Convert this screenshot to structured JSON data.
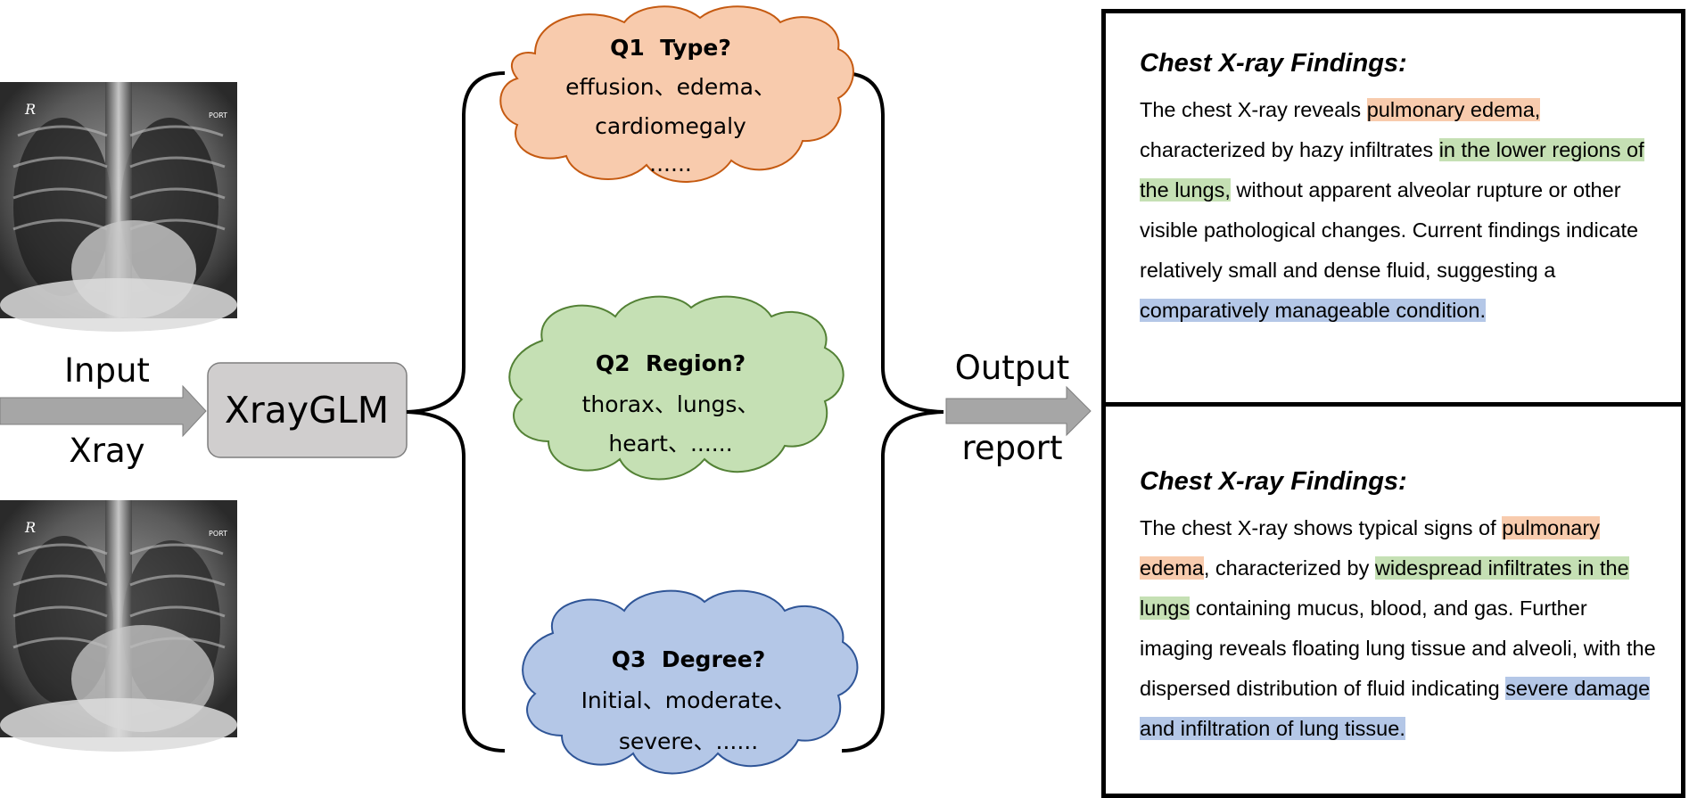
{
  "input": {
    "label": "Input",
    "sublabel": "Xray"
  },
  "model": {
    "name": "XrayGLM"
  },
  "output": {
    "label": "Output",
    "sublabel": "report"
  },
  "xray_images": [
    {
      "marker": "R",
      "tag": "PORT"
    },
    {
      "marker": "R",
      "tag": "PORT"
    }
  ],
  "questions": [
    {
      "title": "Q1  Type?",
      "lines": [
        "effusion、edema、",
        "cardiomegaly",
        "......"
      ],
      "fill": "#f8cbad",
      "stroke": "#c55a11"
    },
    {
      "title": "Q2  Region?",
      "lines": [
        "thorax、lungs、",
        "heart、......"
      ],
      "fill": "#c5e0b4",
      "stroke": "#538135"
    },
    {
      "title": "Q3  Degree?",
      "lines": [
        "Initial、moderate、",
        "severe、......"
      ],
      "fill": "#b4c7e7",
      "stroke": "#2f5597"
    }
  ],
  "colors": {
    "orange": "#f8cbad",
    "green": "#c5e0b4",
    "blue": "#b4c7e7",
    "arrow": "#a6a6a6",
    "model_box": "#d0cece"
  },
  "reports": [
    {
      "title": "Chest X-ray Findings:",
      "segments": [
        {
          "text": "The chest X-ray reveals ",
          "hl": ""
        },
        {
          "text": "pulmonary edema,",
          "hl": "orange"
        },
        {
          "text": " characterized by hazy infiltrates ",
          "hl": ""
        },
        {
          "text": "in the lower regions of the lungs,",
          "hl": "green"
        },
        {
          "text": " without apparent alveolar rupture or other visible pathological changes. Current findings indicate relatively small and dense fluid, suggesting a ",
          "hl": ""
        },
        {
          "text": "comparatively manageable condition.",
          "hl": "blue"
        }
      ]
    },
    {
      "title": "Chest X-ray Findings:",
      "segments": [
        {
          "text": "The chest X-ray shows typical signs of ",
          "hl": ""
        },
        {
          "text": "pulmonary edema",
          "hl": "orange"
        },
        {
          "text": ", characterized by ",
          "hl": ""
        },
        {
          "text": "widespread infiltrates in the lungs",
          "hl": "green"
        },
        {
          "text": " containing mucus, blood, and gas. Further imaging reveals floating lung tissue and alveoli, with the dispersed distribution of fluid indicating ",
          "hl": ""
        },
        {
          "text": "severe damage and infiltration of lung tissue.",
          "hl": "blue"
        }
      ]
    }
  ]
}
